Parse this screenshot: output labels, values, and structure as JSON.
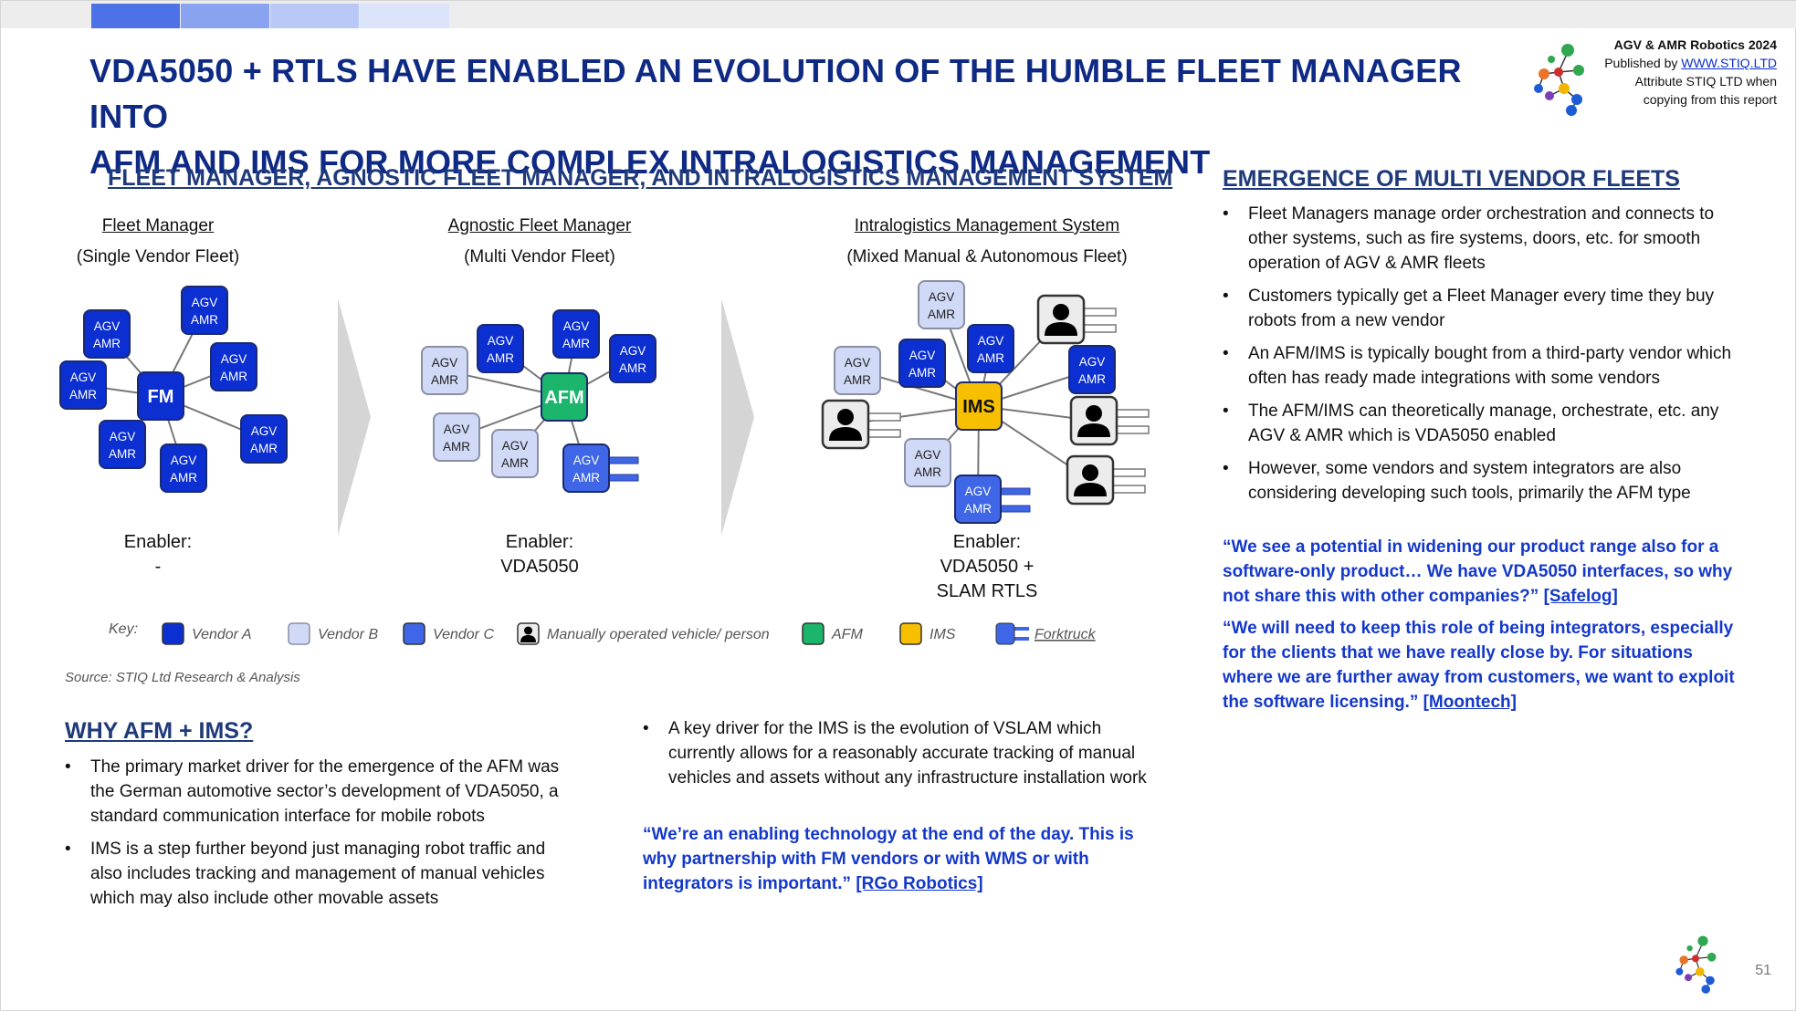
{
  "header": {
    "title_line1": "VDA5050 + RTLS HAVE ENABLED AN EVOLUTION OF THE HUMBLE FLEET MANAGER INTO",
    "title_line2": "AFM AND IMS FOR MORE COMPLEX INTRALOGISTICS MANAGEMENT",
    "report_name": "AGV & AMR Robotics 2024",
    "published_by": "Published by",
    "publisher_url": "WWW.STIQ.LTD",
    "attribute_line1": "Attribute STIQ LTD when",
    "attribute_line2": "copying from this report"
  },
  "colors": {
    "vendor_a": "#0b2fd1",
    "vendor_b": "#d0d9f6",
    "vendor_c": "#3f66e6",
    "afm": "#1bb56c",
    "ims": "#f6bf00",
    "title": "#0f2a85",
    "quote": "#1438c9"
  },
  "diagram": {
    "heading": "FLEET MANAGER, AGNOSTIC FLEET MANAGER, AND INTRALOGISTICS MANAGEMENT SYSTEM",
    "col1": {
      "title": "Fleet Manager",
      "subtitle": "(Single Vendor Fleet)",
      "hub": "FM",
      "enabler_label": "Enabler:",
      "enabler_value": "-"
    },
    "col2": {
      "title": "Agnostic Fleet Manager",
      "subtitle": "(Multi Vendor Fleet)",
      "hub": "AFM",
      "enabler_label": "Enabler:",
      "enabler_value": "VDA5050"
    },
    "col3": {
      "title": "Intralogistics Management System",
      "subtitle": "(Mixed Manual & Autonomous Fleet)",
      "hub": "IMS",
      "enabler_label": "Enabler:",
      "enabler_value_line1": "VDA5050 +",
      "enabler_value_line2": "SLAM RTLS"
    },
    "node_label_line1": "AGV",
    "node_label_line2": "AMR"
  },
  "key": {
    "label": "Key:",
    "items": [
      {
        "label": "Vendor A",
        "icon": "vendor-a-square"
      },
      {
        "label": "Vendor B",
        "icon": "vendor-b-square"
      },
      {
        "label": "Vendor C",
        "icon": "vendor-c-square"
      },
      {
        "label": "Manually operated vehicle/ person",
        "icon": "person-icon"
      },
      {
        "label": "AFM",
        "icon": "afm-square"
      },
      {
        "label": "IMS",
        "icon": "ims-square"
      },
      {
        "label": "Forktruck",
        "icon": "forktruck-icon"
      }
    ]
  },
  "source": "Source: STIQ Ltd Research & Analysis",
  "why": {
    "heading": "WHY AFM + IMS?",
    "bullets": [
      "The primary market driver for the emergence of the AFM was the German automotive sector’s development of VDA5050, a standard communication interface for mobile robots",
      "IMS is a step further beyond just managing robot traffic and also includes tracking and management of manual vehicles which may also include other movable assets"
    ],
    "bullets_right": [
      "A key driver for the IMS is the evolution of VSLAM which currently allows for a reasonably accurate tracking of manual vehicles and assets without any infrastructure installation work"
    ],
    "quote_text": "“We’re an enabling technology at the end of the day. This is why partnership with FM vendors or with WMS or with integrators is important.”",
    "quote_source": "[RGo Robotics]"
  },
  "emergence": {
    "heading": "EMERGENCE OF MULTI VENDOR FLEETS",
    "bullets": [
      "Fleet Managers manage order orchestration and connects to other systems, such as fire systems, doors, etc. for smooth operation of AGV & AMR fleets",
      "Customers typically get a Fleet Manager every time they buy robots from a new vendor",
      "An AFM/IMS is typically bought from a third-party vendor which often has ready made integrations with some vendors",
      "The AFM/IMS can theoretically manage, orchestrate, etc. any AGV & AMR which is VDA5050 enabled",
      "However, some vendors and system integrators are also considering developing such tools, primarily the AFM type"
    ],
    "quote1_text": "“We see a potential in widening our product range also for a software-only product… We have VDA5050 interfaces, so why not share this with other companies?”",
    "quote1_source": "[Safelog]",
    "quote2_text": "“We will need to keep this role of being integrators, especially for the clients that we have really close by. For situations where we are further away from customers, we want to exploit the software licensing.”",
    "quote2_source": "[Moontech]"
  },
  "page_number": "51"
}
